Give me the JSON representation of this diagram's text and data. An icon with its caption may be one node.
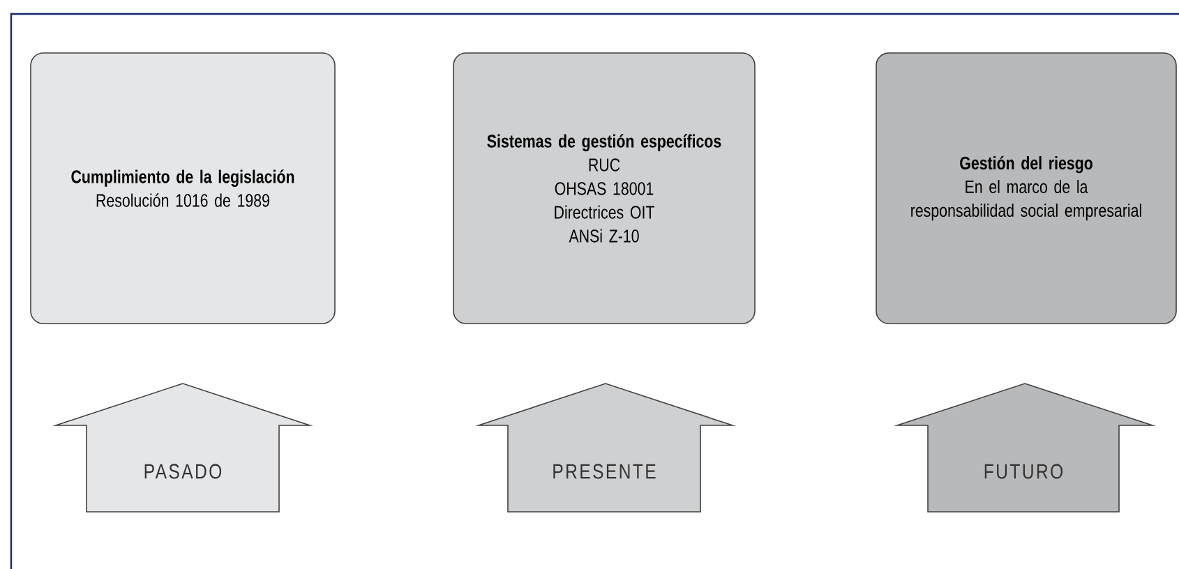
{
  "diagram": {
    "nodes": [
      {
        "text": [
          "Cumplimiento de la legislación",
          "Resolución 1016 de 1989"
        ]
      },
      {
        "text": [
          "Sistemas de gestión específicos",
          "RUC",
          "OHSAS 18001",
          "Directrices OIT",
          "ANSi Z-10"
        ]
      },
      {
        "text": [
          "Gestión del riesgo",
          "En el marco de la responsabilidad social empresarial"
        ]
      },
      {
        "text": [
          "PASADO"
        ]
      },
      {
        "text": [
          "PRESENTE"
        ]
      },
      {
        "text": [
          "FUTURO"
        ]
      }
    ]
  }
}
